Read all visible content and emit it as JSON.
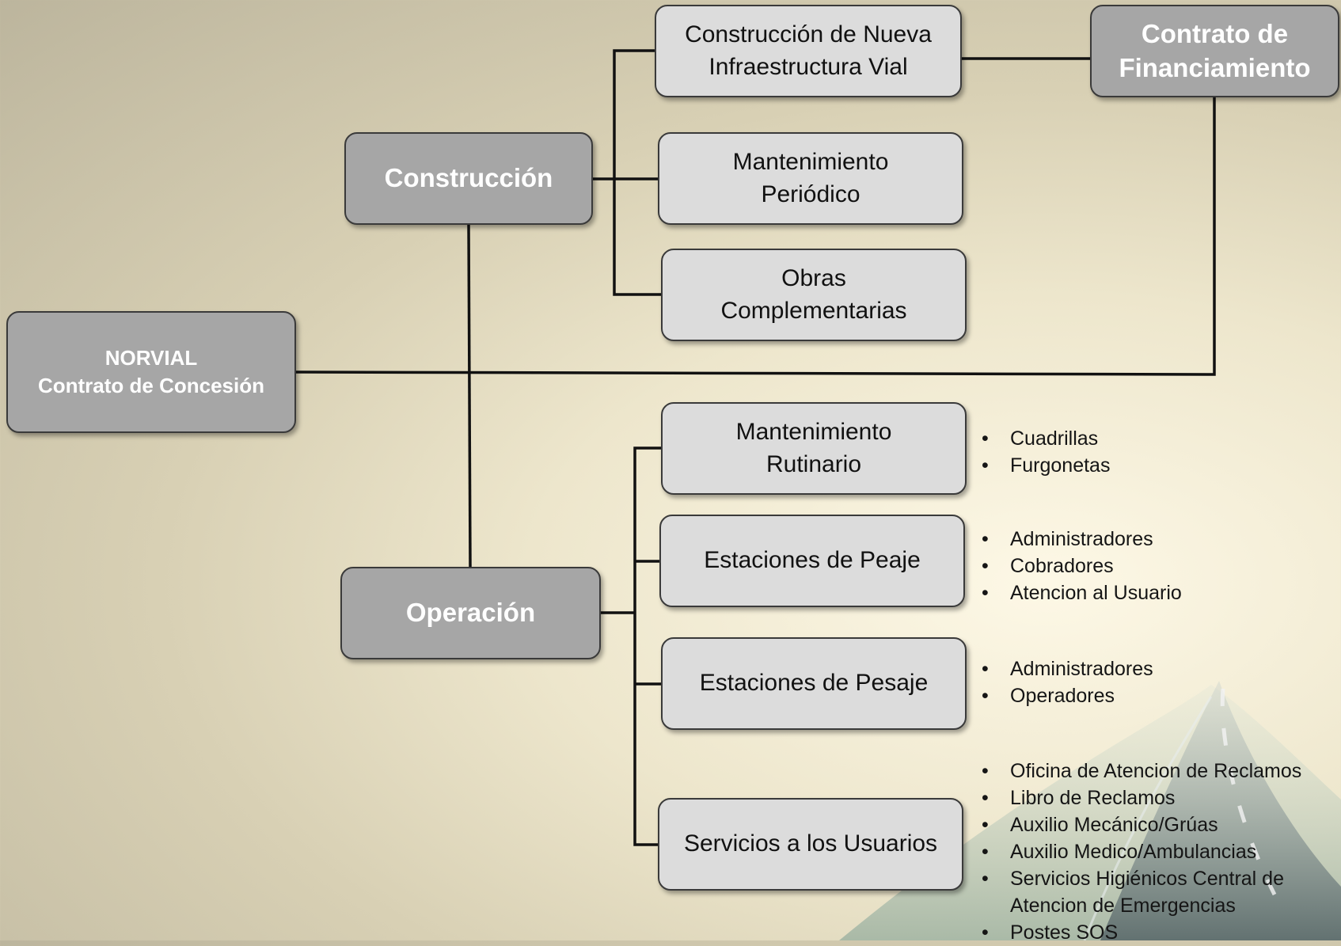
{
  "root": {
    "title": "NORVIAL",
    "subtitle": "Contrato de Concesión"
  },
  "branches": {
    "construccion": {
      "label": "Construcción",
      "children": [
        "Construcción de Nueva\nInfraestructura Vial",
        "Mantenimiento\nPeriódico",
        "Obras\nComplementarias"
      ]
    },
    "operacion": {
      "label": "Operación",
      "children": [
        "Mantenimiento\nRutinario",
        "Estaciones de Peaje",
        "Estaciones de Pesaje",
        "Servicios a los Usuarios"
      ]
    }
  },
  "financiamiento": {
    "label": "Contrato de\nFinanciamiento"
  },
  "details": {
    "rutinario": [
      "Cuadrillas",
      "Furgonetas"
    ],
    "peaje": [
      "Administradores",
      "Cobradores",
      "Atencion al Usuario"
    ],
    "pesaje": [
      "Administradores",
      "Operadores"
    ],
    "usuarios": [
      "Oficina de Atencion de Reclamos",
      "Libro de Reclamos",
      "Auxilio Mecánico/Grúas",
      "Auxilio Medico/Ambulancias",
      "Servicios Higiénicos Central de Atencion de Emergencias",
      "Postes SOS"
    ]
  },
  "colors": {
    "dark_box": "#a6a6a6",
    "light_box": "#dcdcdc",
    "connector": "#111111"
  }
}
